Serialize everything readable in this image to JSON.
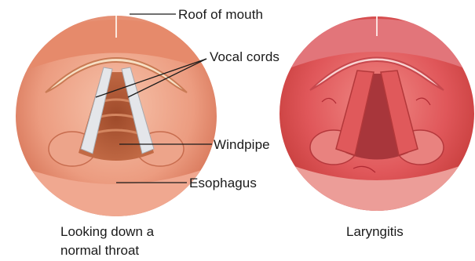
{
  "labels": {
    "roof": "Roof of mouth",
    "vocal": "Vocal cords",
    "windpipe": "Windpipe",
    "esophagus": "Esophagus"
  },
  "captions": {
    "normal_line1": "Looking down a",
    "normal_line2": "normal throat",
    "laryngitis": "Laryngitis"
  },
  "colors": {
    "tissue_outer": "#e58a6c",
    "tissue_inner": "#f3b59c",
    "inflamed": "#d9484b",
    "vocal_cord": "#e4e6ea",
    "leader_line": "#1a1a1a"
  }
}
